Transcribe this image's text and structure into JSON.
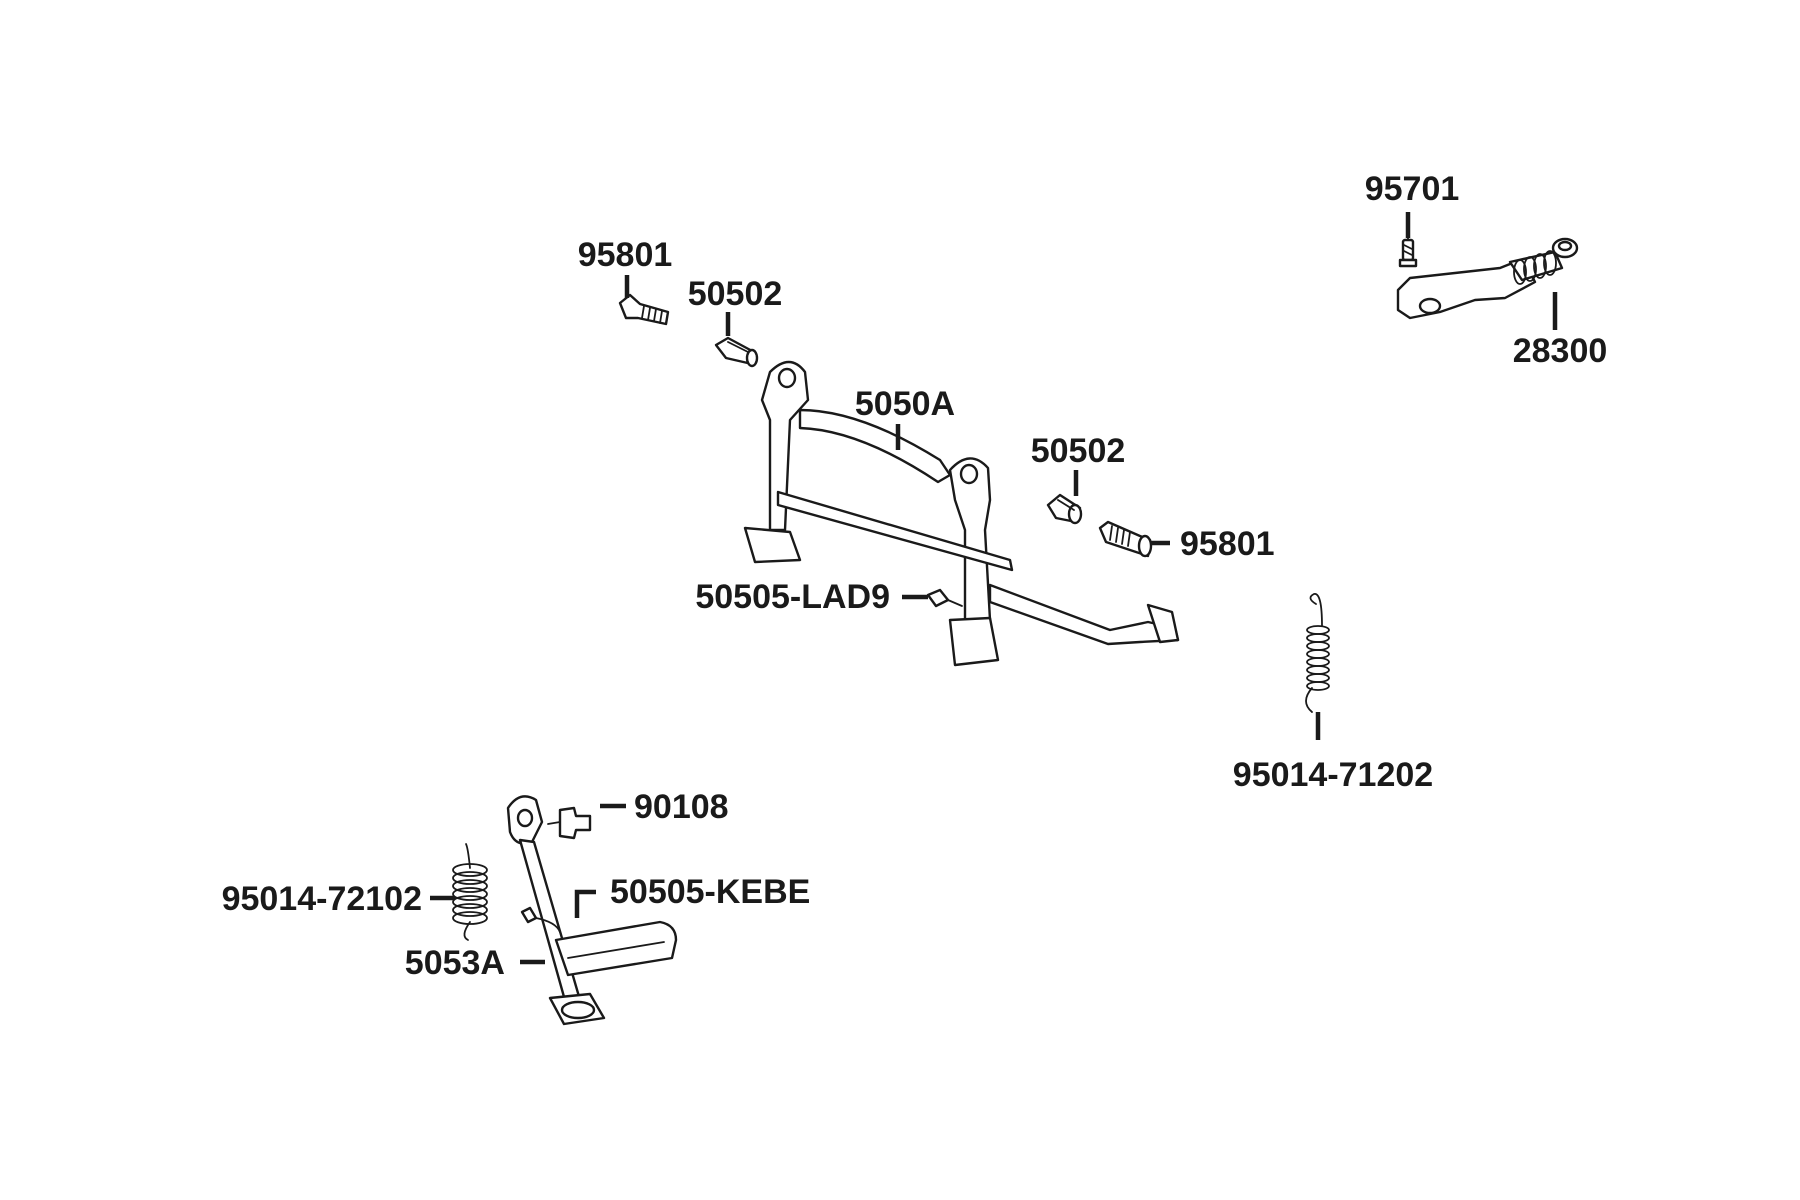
{
  "labels": {
    "bolt_95701": "95701",
    "lever_28300": "28300",
    "bolt_95801_left": "95801",
    "collar_50502_left": "50502",
    "main_stand_5050A": "5050A",
    "collar_50502_right": "50502",
    "bolt_95801_right": "95801",
    "rubber_50505_LAD9": "50505-LAD9",
    "spring_95014_71202": "95014-71202",
    "bolt_90108": "90108",
    "spring_95014_72102": "95014-72102",
    "rubber_50505_KEBE": "50505-KEBE",
    "side_stand_5053A": "5053A"
  }
}
